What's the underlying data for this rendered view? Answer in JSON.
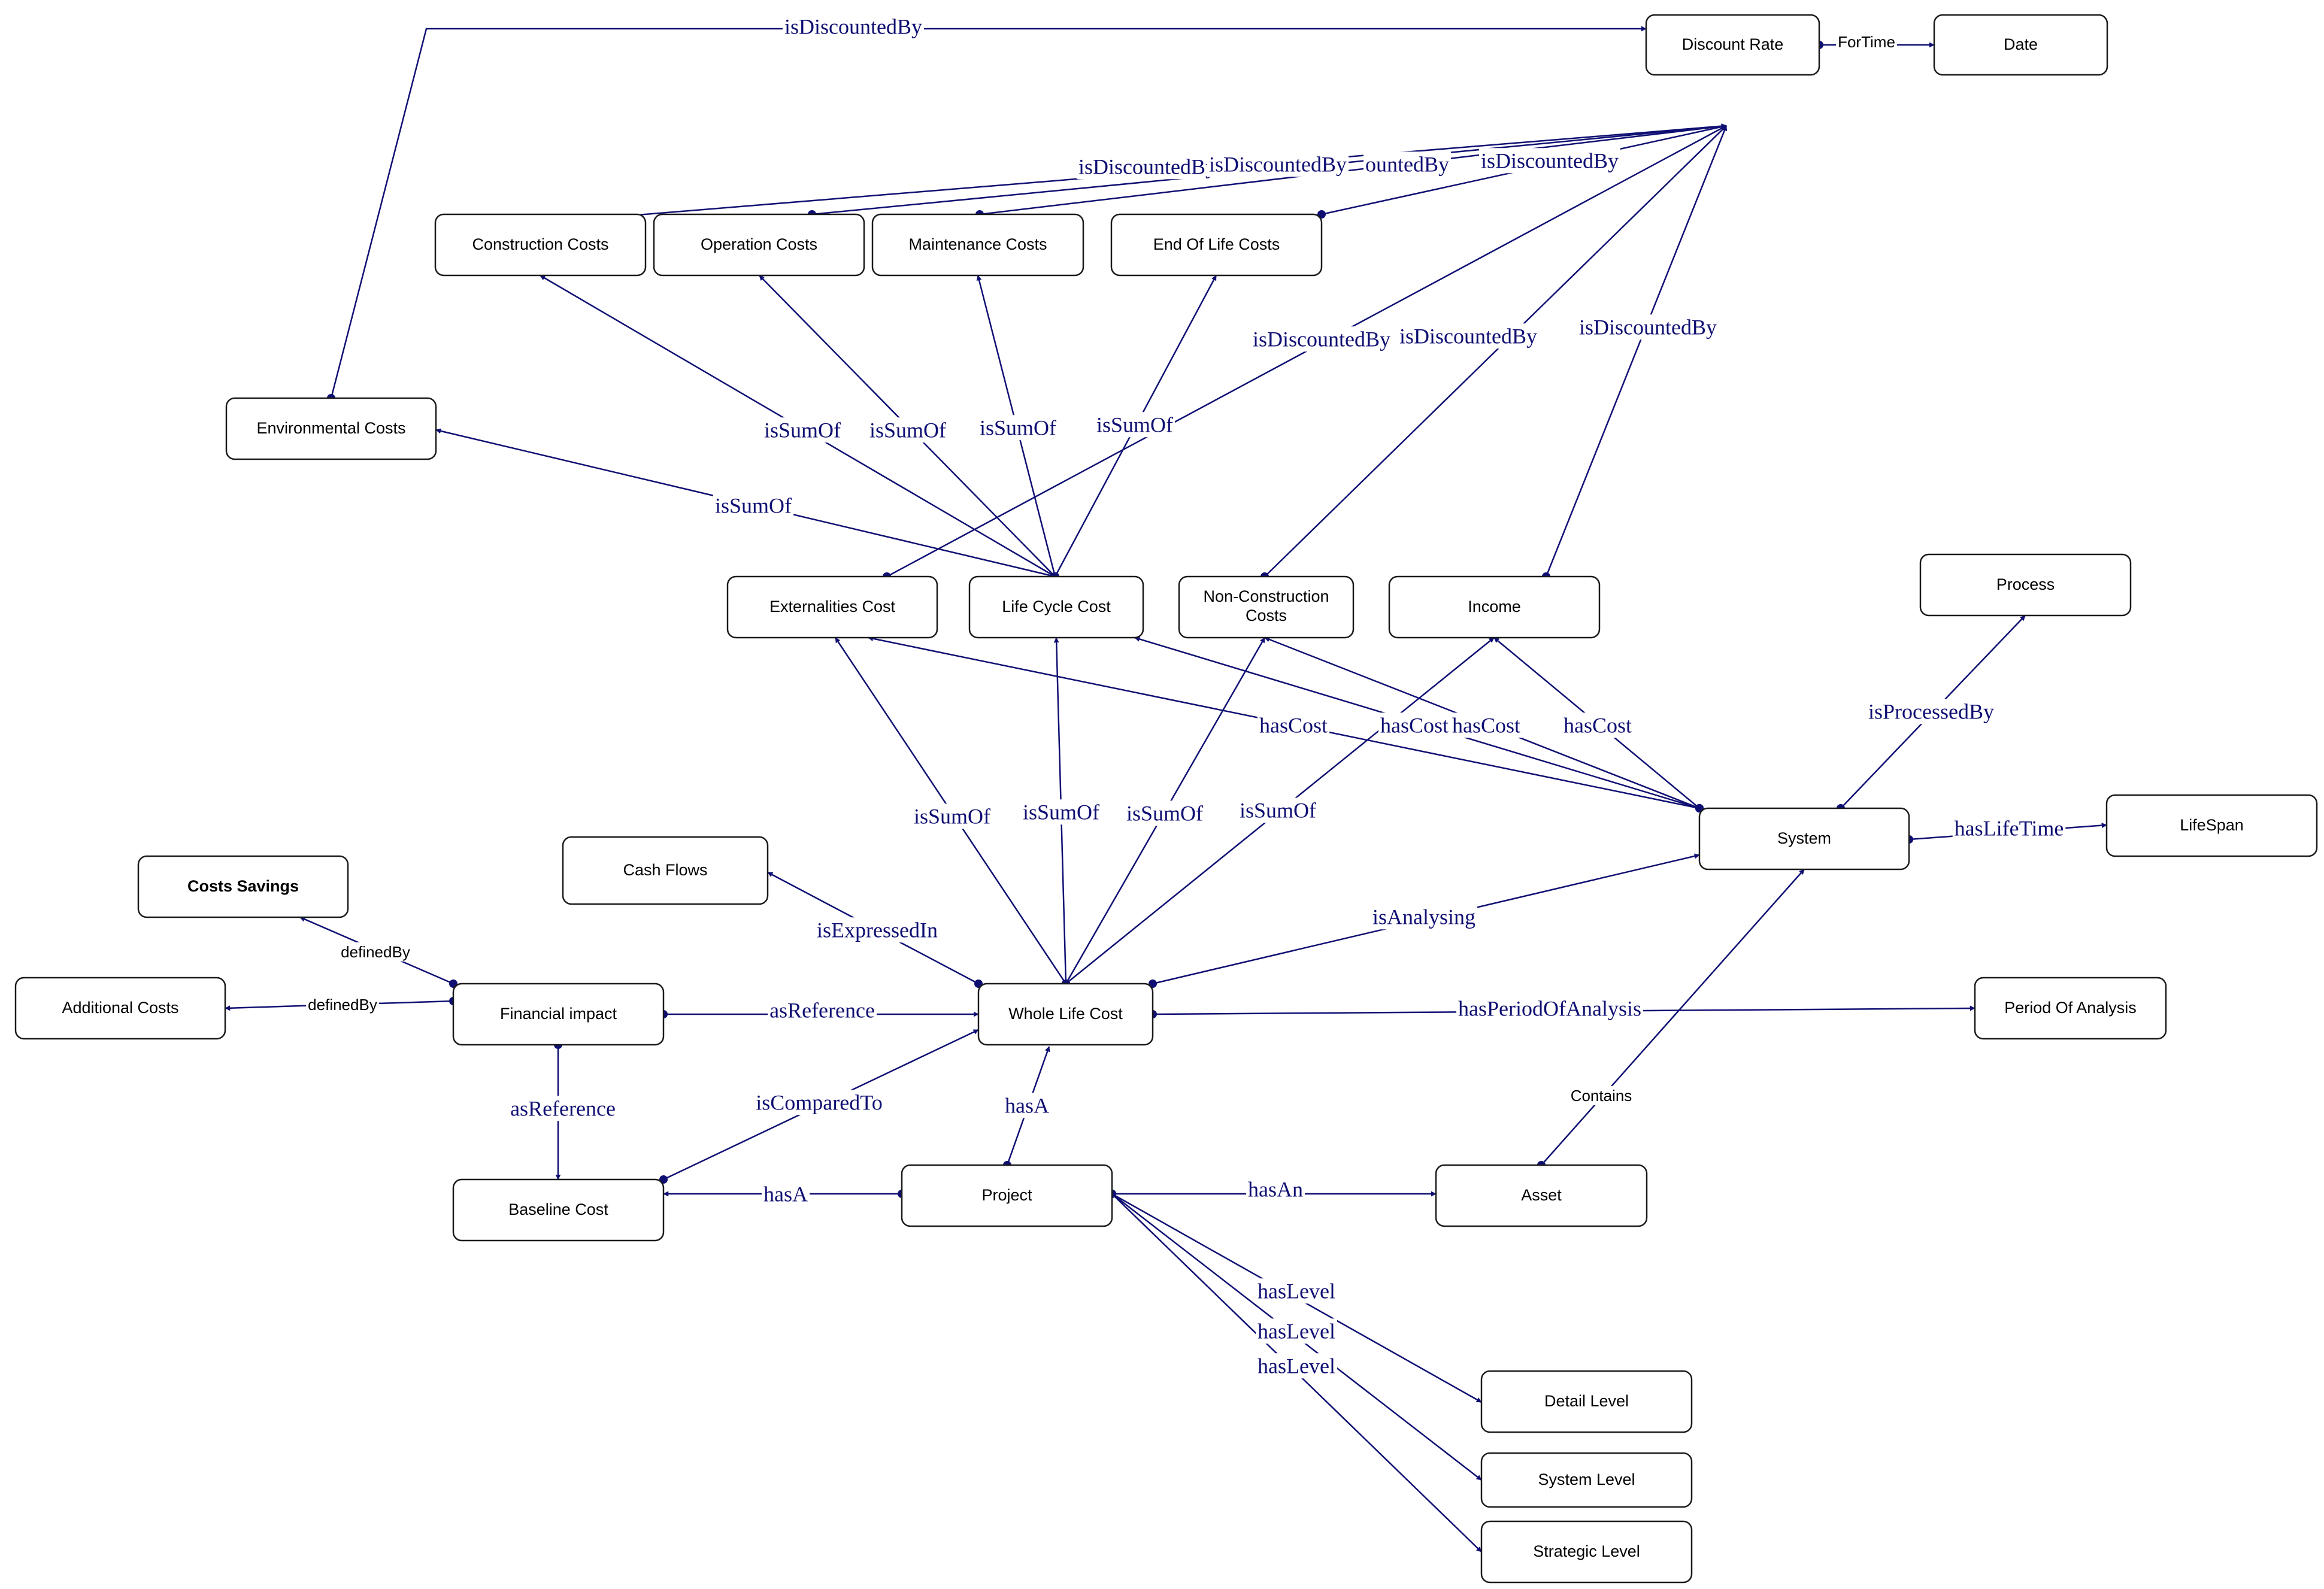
{
  "colors": {
    "edge": "#0f0f73",
    "node_border": "#1a1a1a",
    "background": "#ffffff"
  },
  "nodes": [
    {
      "id": "discount_rate",
      "label": "Discount Rate"
    },
    {
      "id": "date",
      "label": "Date"
    },
    {
      "id": "construction_costs",
      "label": "Construction Costs"
    },
    {
      "id": "operation_costs",
      "label": "Operation Costs"
    },
    {
      "id": "maintenance_costs",
      "label": "Maintenance Costs"
    },
    {
      "id": "end_of_life_costs",
      "label": "End Of Life Costs"
    },
    {
      "id": "environmental_costs",
      "label": "Environmental Costs"
    },
    {
      "id": "externalities_cost",
      "label": "Externalities Cost"
    },
    {
      "id": "life_cycle_cost",
      "label": "Life Cycle Cost"
    },
    {
      "id": "non_construction_costs",
      "label": "Non-Construction Costs",
      "lines": [
        "Non-Construction",
        "Costs"
      ]
    },
    {
      "id": "income",
      "label": "Income"
    },
    {
      "id": "process",
      "label": "Process"
    },
    {
      "id": "system",
      "label": "System"
    },
    {
      "id": "lifespan",
      "label": "LifeSpan"
    },
    {
      "id": "cash_flows",
      "label": "Cash Flows"
    },
    {
      "id": "costs_savings",
      "label": "Costs Savings",
      "bold": true
    },
    {
      "id": "additional_costs",
      "label": "Additional Costs"
    },
    {
      "id": "financial_impact",
      "label": "Financial impact"
    },
    {
      "id": "whole_life_cost",
      "label": "Whole Life Cost"
    },
    {
      "id": "period_of_analysis",
      "label": "Period Of Analysis"
    },
    {
      "id": "baseline_cost",
      "label": "Baseline Cost"
    },
    {
      "id": "project",
      "label": "Project"
    },
    {
      "id": "asset",
      "label": "Asset"
    },
    {
      "id": "detail_level",
      "label": "Detail Level"
    },
    {
      "id": "system_level",
      "label": "System Level"
    },
    {
      "id": "strategic_level",
      "label": "Strategic Level"
    }
  ],
  "edges": [
    {
      "id": "env_disc",
      "from": "environmental_costs",
      "to": "discount_rate",
      "label": "isDiscountedBy"
    },
    {
      "id": "date_rel",
      "from": "discount_rate",
      "to": "date",
      "label": "ForTime"
    },
    {
      "id": "cons_disc",
      "from": "construction_costs",
      "to": "discount_rate",
      "label": "isDiscountedBy"
    },
    {
      "id": "op_disc",
      "from": "operation_costs",
      "to": "discount_rate",
      "label": "isDiscountedBy"
    },
    {
      "id": "maint_disc",
      "from": "maintenance_costs",
      "to": "discount_rate",
      "label": "ountedBy"
    },
    {
      "id": "eol_disc",
      "from": "end_of_life_costs",
      "to": "discount_rate",
      "label": "isDiscountedBy"
    },
    {
      "id": "ext_disc",
      "from": "externalities_cost",
      "to": "discount_rate",
      "label": "isDiscountedBy"
    },
    {
      "id": "ncc_disc",
      "from": "non_construction_costs",
      "to": "discount_rate",
      "label": "isDiscountedBy"
    },
    {
      "id": "inc_disc",
      "from": "income",
      "to": "discount_rate",
      "label": "isDiscountedBy"
    },
    {
      "id": "lcc_cons",
      "from": "life_cycle_cost",
      "to": "construction_costs",
      "label": "isSumOf"
    },
    {
      "id": "lcc_op",
      "from": "life_cycle_cost",
      "to": "operation_costs",
      "label": "isSumOf"
    },
    {
      "id": "lcc_maint",
      "from": "life_cycle_cost",
      "to": "maintenance_costs",
      "label": "isSumOf"
    },
    {
      "id": "lcc_eol",
      "from": "life_cycle_cost",
      "to": "end_of_life_costs",
      "label": "isSumOf"
    },
    {
      "id": "lcc_env",
      "from": "life_cycle_cost",
      "to": "environmental_costs",
      "label": "isSumOf"
    },
    {
      "id": "sys_ext",
      "from": "system",
      "to": "externalities_cost",
      "label": "hasCost"
    },
    {
      "id": "sys_lcc",
      "from": "system",
      "to": "life_cycle_cost",
      "label": "hasCost"
    },
    {
      "id": "sys_ncc",
      "from": "system",
      "to": "non_construction_costs",
      "label": "hasCost"
    },
    {
      "id": "sys_inc",
      "from": "system",
      "to": "income",
      "label": "hasCost"
    },
    {
      "id": "sys_proc",
      "from": "system",
      "to": "process",
      "label": "isProcessedBy"
    },
    {
      "id": "sys_life",
      "from": "system",
      "to": "lifespan",
      "label": "hasLifeTime"
    },
    {
      "id": "wlc_ext",
      "from": "whole_life_cost",
      "to": "externalities_cost",
      "label": "isSumOf"
    },
    {
      "id": "wlc_lcc",
      "from": "whole_life_cost",
      "to": "life_cycle_cost",
      "label": "isSumOf"
    },
    {
      "id": "wlc_ncc",
      "from": "whole_life_cost",
      "to": "non_construction_costs",
      "label": "isSumOf"
    },
    {
      "id": "wlc_inc",
      "from": "whole_life_cost",
      "to": "income",
      "label": "isSumOf"
    },
    {
      "id": "wlc_cash",
      "from": "whole_life_cost",
      "to": "cash_flows",
      "label": "isExpressedIn"
    },
    {
      "id": "wlc_sys",
      "from": "whole_life_cost",
      "to": "system",
      "label": "isAnalysing"
    },
    {
      "id": "wlc_poa",
      "from": "whole_life_cost",
      "to": "period_of_analysis",
      "label": "hasPeriodOfAnalysis"
    },
    {
      "id": "fi_savings",
      "from": "financial_impact",
      "to": "costs_savings",
      "label": "definedBy"
    },
    {
      "id": "fi_add",
      "from": "financial_impact",
      "to": "additional_costs",
      "label": "definedBy"
    },
    {
      "id": "fi_wlc",
      "from": "financial_impact",
      "to": "whole_life_cost",
      "label": "asReference"
    },
    {
      "id": "fi_base",
      "from": "financial_impact",
      "to": "baseline_cost",
      "label": "asReference"
    },
    {
      "id": "base_wlc",
      "from": "baseline_cost",
      "to": "whole_life_cost",
      "label": "isComparedTo"
    },
    {
      "id": "proj_wlc",
      "from": "project",
      "to": "whole_life_cost",
      "label": "hasA"
    },
    {
      "id": "proj_base",
      "from": "project",
      "to": "baseline_cost",
      "label": "hasA"
    },
    {
      "id": "proj_asset",
      "from": "project",
      "to": "asset",
      "label": "hasAn"
    },
    {
      "id": "asset_sys",
      "from": "asset",
      "to": "system",
      "label": "Contains"
    },
    {
      "id": "proj_detail",
      "from": "project",
      "to": "detail_level",
      "label": "hasLevel"
    },
    {
      "id": "proj_syslvl",
      "from": "project",
      "to": "system_level",
      "label": "hasLevel"
    },
    {
      "id": "proj_strat",
      "from": "project",
      "to": "strategic_level",
      "label": "hasLevel"
    }
  ]
}
